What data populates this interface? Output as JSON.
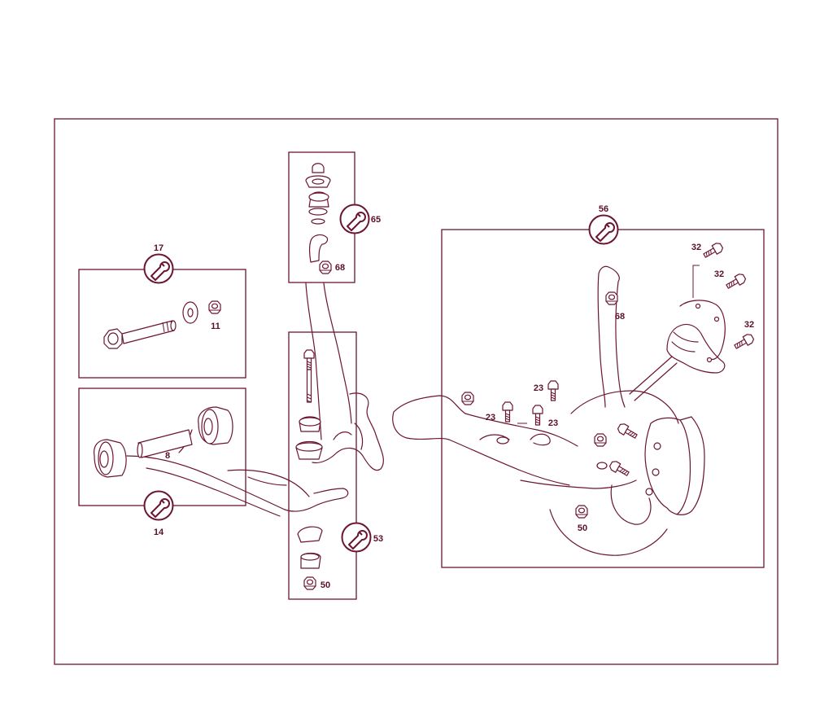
{
  "colors": {
    "line": "#6b1534",
    "text": "#5a0f2a",
    "background": "#ffffff"
  },
  "icons": {
    "service": "wrench-icon"
  },
  "callouts": {
    "c17": "17",
    "c11": "11",
    "c8": "8",
    "c14": "14",
    "c65": "65",
    "c68a": "68",
    "c53": "53",
    "c50a": "50",
    "c56": "56",
    "c32a": "32",
    "c32b": "32",
    "c32c": "32",
    "c68b": "68",
    "c23a": "23",
    "c23b": "23",
    "c23c": "23",
    "c50b": "50"
  }
}
